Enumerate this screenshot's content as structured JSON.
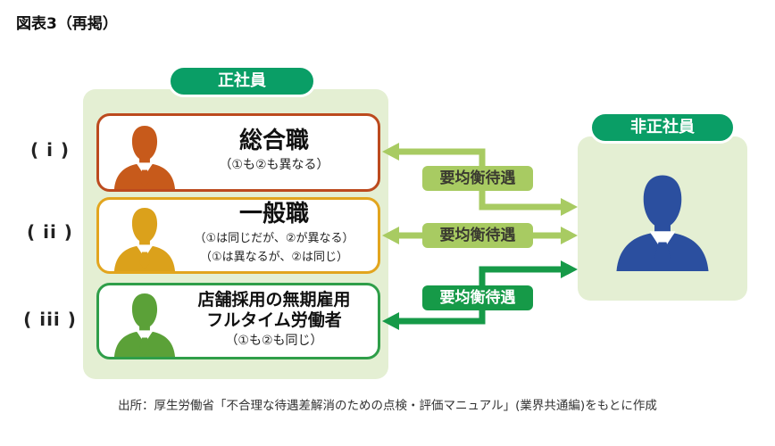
{
  "title": "図表3（再掲）",
  "left_group": {
    "badge": "正社員",
    "rows": [
      {
        "index_label": "( i )",
        "title": "総合職",
        "subtitles": [
          "（①も②も異なる）"
        ],
        "icon": "person-icon",
        "icon_color": "#c75a1b",
        "border_color": "#bc4a1e"
      },
      {
        "index_label": "( ii )",
        "title": "一般職",
        "subtitles": [
          "（①は同じだが、②が異なる）",
          "（①は異なるが、②は同じ）"
        ],
        "icon": "person-icon",
        "icon_color": "#dba11b",
        "border_color": "#e2a51e"
      },
      {
        "index_label": "( iii )",
        "title_lines": [
          "店舗採用の無期雇用",
          "フルタイム労働者"
        ],
        "subtitles": [
          "（①も②も同じ）"
        ],
        "icon": "person-icon",
        "icon_color": "#5ba138",
        "border_color": "#2f9e49"
      }
    ]
  },
  "right_group": {
    "badge": "非正社員",
    "icon": "person-icon",
    "icon_color": "#2b4f9f"
  },
  "arrows": [
    {
      "label": "要均衡待遇",
      "style": "light",
      "color": "#a8cb62",
      "connects": "box-1 and non-regular panel"
    },
    {
      "label": "要均衡待遇",
      "style": "light",
      "color": "#a8cb62",
      "connects": "box-2 and non-regular panel"
    },
    {
      "label": "要均衡待遇",
      "style": "dark",
      "color": "#169a48",
      "connects": "box-3 and non-regular panel"
    }
  ],
  "colors": {
    "brand_green": "#0a9e66",
    "panel_bg": "#e4efd3",
    "light_arrow": "#a8cb62",
    "dark_arrow": "#169a48"
  },
  "source": "出所：厚生労働省「不合理な待遇差解消のための点検・評価マニュアル」(業界共通編)をもとに作成"
}
